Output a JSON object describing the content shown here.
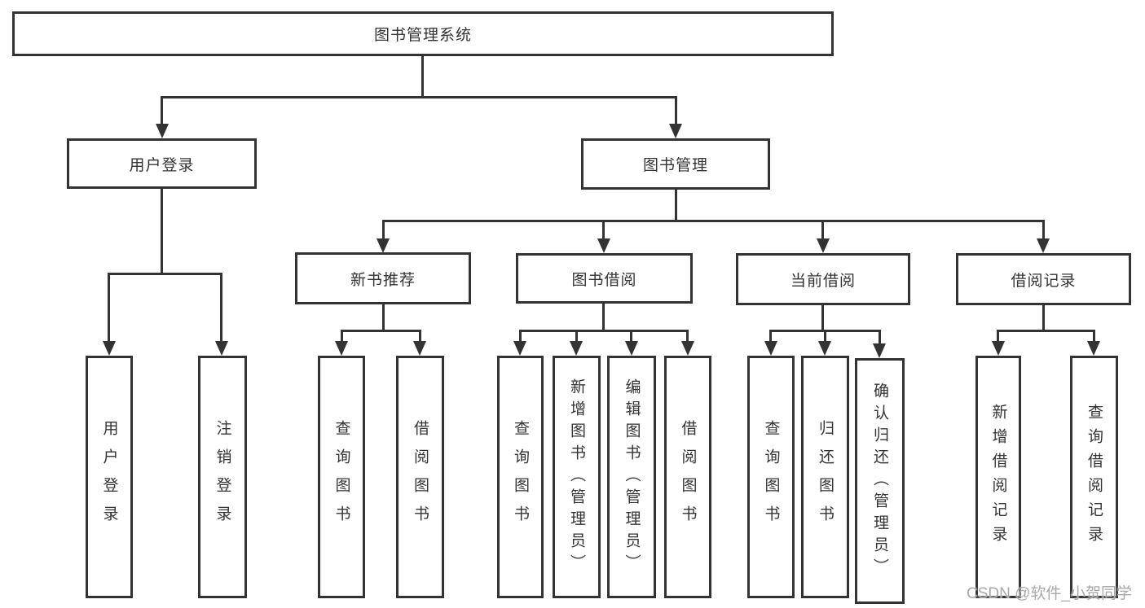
{
  "watermark": "CSDN @软件_小贺同学",
  "colors": {
    "line": "#333333",
    "box_border": "#333333",
    "text": "#333333",
    "watermark": "#a8a8a8",
    "background": "#ffffff"
  },
  "tree": {
    "label": "图书管理系统",
    "children": [
      {
        "label": "用户登录",
        "children": [
          {
            "label": "用户登录"
          },
          {
            "label": "注销登录"
          }
        ]
      },
      {
        "label": "图书管理",
        "children": [
          {
            "label": "新书推荐",
            "children": [
              {
                "label": "查询图书"
              },
              {
                "label": "借阅图书"
              }
            ]
          },
          {
            "label": "图书借阅",
            "children": [
              {
                "label": "查询图书"
              },
              {
                "label": "新增图书（管理员）"
              },
              {
                "label": "编辑图书（管理员）"
              },
              {
                "label": "借阅图书"
              }
            ]
          },
          {
            "label": "当前借阅",
            "children": [
              {
                "label": "查询图书"
              },
              {
                "label": "归还图书"
              },
              {
                "label": "确认归还（管理员）"
              }
            ]
          },
          {
            "label": "借阅记录",
            "children": [
              {
                "label": "新增借阅记录"
              },
              {
                "label": "查询借阅记录"
              }
            ]
          }
        ]
      }
    ]
  }
}
